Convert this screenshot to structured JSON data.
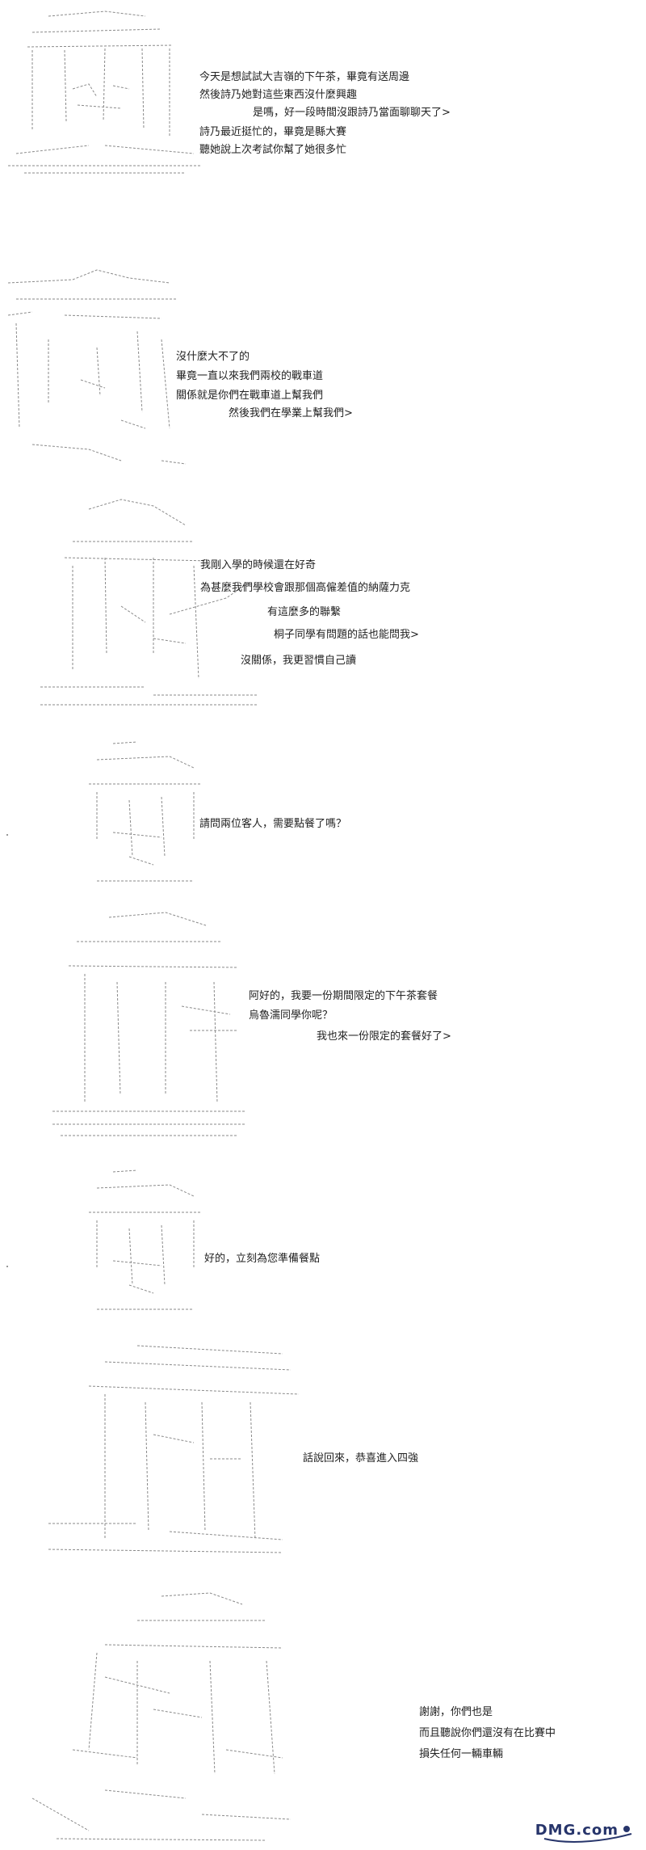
{
  "panels": [
    {
      "lines": [
        "今天是想試試大吉嶺的下午茶，畢竟有送周邊",
        "然後詩乃她對這些東西沒什麼興趣",
        "是嗎，好一段時間沒跟詩乃當面聊聊天了>",
        "詩乃最近挺忙的，畢竟是縣大賽",
        "聽她說上次考試你幫了她很多忙"
      ]
    },
    {
      "lines": [
        "沒什麼大不了的",
        "畢竟一直以來我們兩校的戰車道",
        "關係就是你們在戰車道上幫我們",
        "然後我們在學業上幫我們>"
      ]
    },
    {
      "lines": [
        "我剛入學的時候還在好奇",
        "為甚麼我們學校會跟那個高僱差值的納薩力克",
        "有這麼多的聯繫",
        "桐子同學有問題的話也能問我>",
        "沒關係，我更習慣自己讀"
      ]
    },
    {
      "lines": [
        "請問兩位客人，需要點餐了嗎？"
      ]
    },
    {
      "lines": [
        "阿好的，我要一份期間限定的下午茶套餐",
        "烏魯濡同學你呢？",
        "我也來一份限定的套餐好了>"
      ]
    },
    {
      "lines": [
        "好的，立刻為您準備餐點"
      ]
    },
    {
      "lines": [
        "話說回來，恭喜進入四強"
      ]
    },
    {
      "lines": [
        "謝謝，你們也是",
        "而且聽說你們還沒有在比賽中",
        "損失任何一輛車輛"
      ]
    }
  ],
  "watermark": {
    "text": "DMG.com"
  }
}
